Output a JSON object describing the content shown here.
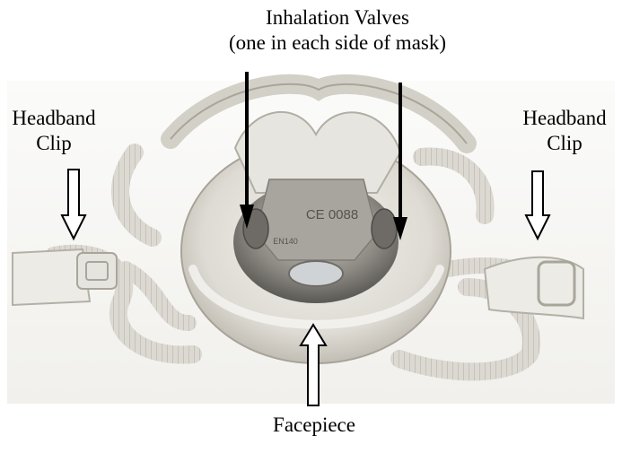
{
  "labels": {
    "inhalation_line1": "Inhalation Valves",
    "inhalation_line2": "(one in each side of mask)",
    "headband_left_line1": "Headband",
    "headband_left_line2": "Clip",
    "headband_right_line1": "Headband",
    "headband_right_line2": "Clip",
    "facepiece": "Facepiece"
  },
  "mask_markings": {
    "ce_mark": "CE 0088",
    "standard": "EN140"
  },
  "colors": {
    "background": "#ffffff",
    "mask_body": "#e4e2dc",
    "mask_shadow": "#b9b6ad",
    "inner_cavity": "#8f8c86",
    "strap": "#d6d3cc",
    "arrow_stroke": "#000000",
    "arrow_fill": "#ffffff"
  }
}
